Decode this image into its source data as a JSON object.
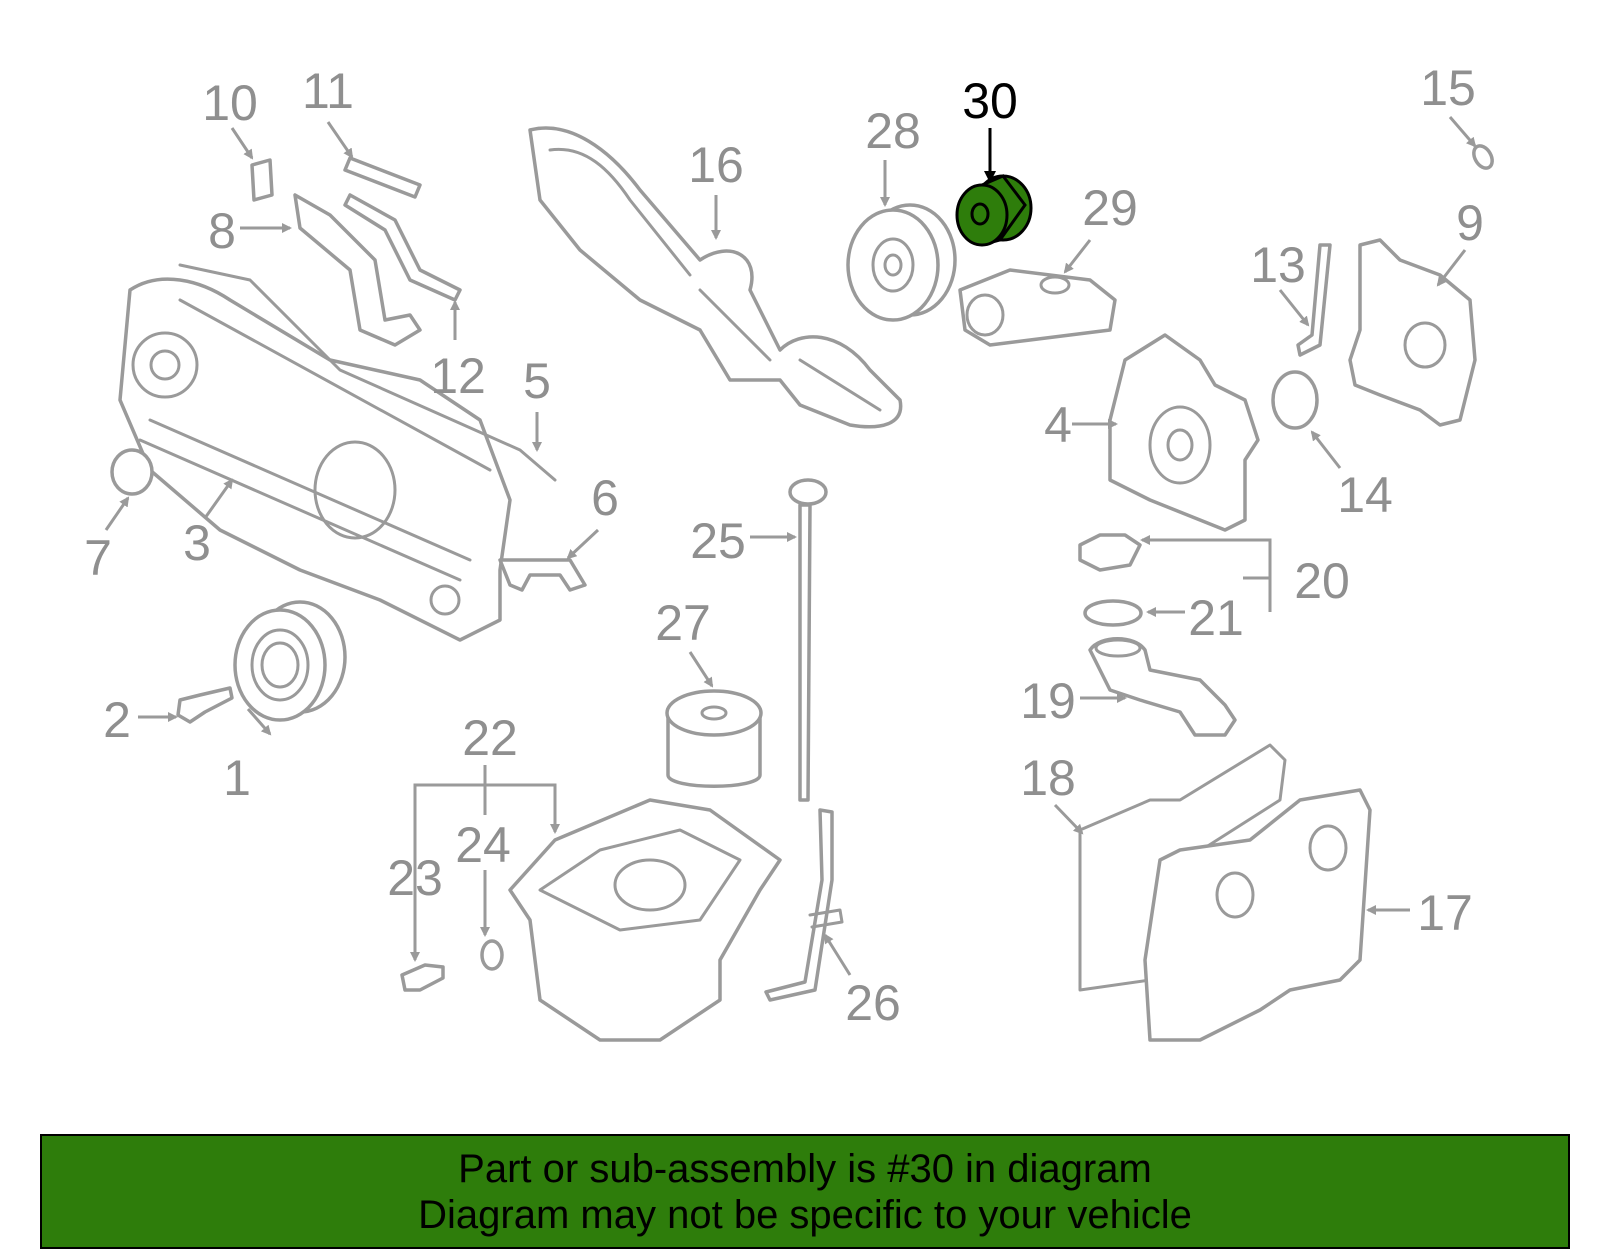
{
  "diagram": {
    "highlighted_part": "30",
    "colors": {
      "part_stroke": "#9a9a9a",
      "label": "#8f8f8f",
      "highlight_fill": "#2e7d0b",
      "highlight_stroke": "#000000",
      "caption_background": "#2e7d0b"
    },
    "callouts": [
      "1",
      "2",
      "3",
      "4",
      "5",
      "6",
      "7",
      "8",
      "9",
      "10",
      "11",
      "12",
      "13",
      "14",
      "15",
      "16",
      "17",
      "18",
      "19",
      "20",
      "21",
      "22",
      "23",
      "24",
      "25",
      "26",
      "27",
      "28",
      "29",
      "30"
    ]
  },
  "caption": {
    "line1": "Part or sub-assembly is #30 in diagram",
    "line2": "Diagram may not be specific to your vehicle"
  }
}
